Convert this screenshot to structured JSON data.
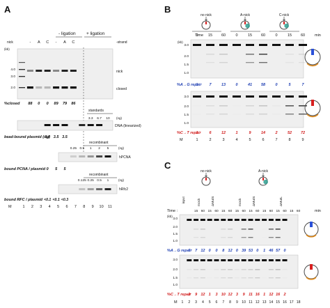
{
  "panels": {
    "A": {
      "letter": "A",
      "group_left": "- ligation",
      "group_right": "+ ligation",
      "nick_row_label": "nick",
      "nick_values": [
        "-",
        "A",
        "C",
        "-",
        "A",
        "C"
      ],
      "strand_label": "-strand",
      "kb_unit": "(kb)",
      "ladder": [
        "4.0",
        "3.0",
        "2.0"
      ],
      "band_label_nick": "nick",
      "band_label_closed": "closed",
      "closed_label": "%closed",
      "closed_values": [
        "88",
        "0",
        "0",
        "89",
        "79",
        "86"
      ],
      "standards_label": "standards",
      "standards_values": [
        "3.3",
        "6.7",
        "10"
      ],
      "ng_unit": "(ng)",
      "dna_label": "DNA (linearized)",
      "bead_label": "bead-bound plasmid (ng)",
      "bead_values": [
        "3.8",
        "3.5",
        "3.5"
      ],
      "recombinant_label": "recombinant",
      "pcna_amounts": [
        "0.25",
        "0.5",
        "1",
        "2",
        "5"
      ],
      "pcna_band": "hPCNA",
      "pcna_label": "bound PCNA / plasmid",
      "pcna_values": [
        "0",
        "5",
        "5"
      ],
      "rfc_recombinant_label": "recombinant",
      "rfc_amounts": [
        "0.125",
        "0.25",
        "0.5",
        "1"
      ],
      "rfc_band": "hRfc2",
      "rfc_label": "bound RFC / plasmid",
      "rfc_values": [
        "<0.1",
        "<0.1",
        "<0.3"
      ],
      "m_label": "M",
      "lanes": [
        "1",
        "2",
        "3",
        "4",
        "5",
        "6",
        "7",
        "8",
        "9",
        "10",
        "11"
      ]
    },
    "B": {
      "letter": "B",
      "diagrams": [
        "no nick",
        "A-nick",
        "C-nick"
      ],
      "time_label": "Time",
      "times": [
        "0",
        "15",
        "60",
        "0",
        "15",
        "60",
        "0",
        "15",
        "60"
      ],
      "time_unit": "min",
      "kb_unit": "(kb)",
      "ladder": [
        "3.0",
        "2.0",
        "1.5",
        "1.0"
      ],
      "ag_label": "%A→G repair",
      "ag_values": [
        "0",
        "7",
        "13",
        "0",
        "41",
        "58",
        "0",
        "5",
        "7"
      ],
      "ct_label": "%C→T repair",
      "ct_values": [
        "1",
        "6",
        "12",
        "1",
        "9",
        "14",
        "2",
        "52",
        "72"
      ],
      "m_label": "M",
      "lanes": [
        "1",
        "2",
        "3",
        "4",
        "5",
        "6",
        "7",
        "8",
        "9"
      ]
    },
    "C": {
      "letter": "C",
      "diagrams": [
        "no nick",
        "A-nick"
      ],
      "time_label": "Time :",
      "input_label": "input",
      "condition_labels": [
        "mock",
        "ΔMutS",
        "mock",
        "ΔMutS",
        "ΔMutL"
      ],
      "times": [
        "15",
        "60",
        "15",
        "60",
        "15",
        "60",
        "15",
        "60",
        "15",
        "60",
        "15",
        "60",
        "15",
        "60",
        "15",
        "60"
      ],
      "time_unit": "min",
      "kb_unit": "(kb)",
      "ladder": [
        "3.0",
        "2.0",
        "1.5",
        "1.0"
      ],
      "ag_label": "%A→G repair",
      "ag_values": [
        "0",
        "7",
        "12",
        "0",
        "0",
        "8",
        "12",
        "0",
        "39",
        "53",
        "0",
        "1",
        "46",
        "57",
        "0"
      ],
      "ct_label": "%C→T repair",
      "ct_values": [
        "3",
        "9",
        "12",
        "1",
        "3",
        "10",
        "12",
        "3",
        "9",
        "11",
        "16",
        "1",
        "12",
        "16",
        "2"
      ],
      "m_label": "M",
      "lanes": [
        "1",
        "2",
        "3",
        "4",
        "5",
        "6",
        "7",
        "8",
        "9",
        "10",
        "11",
        "12",
        "13",
        "14",
        "15",
        "16",
        "17",
        "18"
      ]
    }
  }
}
